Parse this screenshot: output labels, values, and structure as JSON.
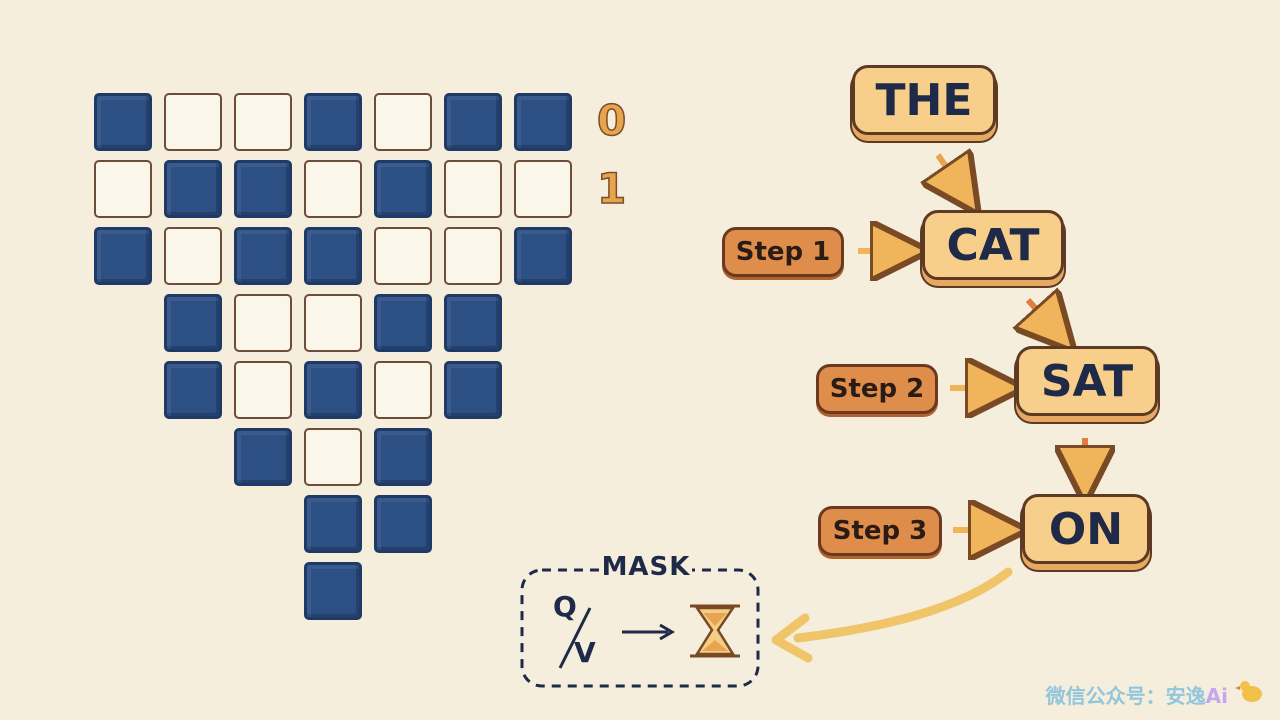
{
  "grid": {
    "rows": [
      [
        1,
        0,
        0,
        1,
        0,
        1,
        1
      ],
      [
        0,
        1,
        1,
        0,
        1,
        0,
        0
      ],
      [
        1,
        0,
        1,
        1,
        0,
        0,
        1
      ],
      [
        null,
        1,
        0,
        0,
        1,
        1,
        null
      ],
      [
        null,
        1,
        0,
        1,
        0,
        1,
        null
      ],
      [
        null,
        null,
        1,
        0,
        1,
        null,
        null
      ],
      [
        null,
        null,
        null,
        1,
        1,
        null,
        null
      ],
      [
        null,
        null,
        null,
        1,
        null,
        null,
        null
      ]
    ],
    "row_labels": [
      "0",
      "1"
    ]
  },
  "words": [
    "THE",
    "CAT",
    "SAT",
    "ON"
  ],
  "steps": [
    "Step 1",
    "Step 2",
    "Step 3"
  ],
  "mask": {
    "title": "MASK",
    "q": "Q",
    "v": "V"
  },
  "footer": {
    "text": "微信公众号：安逸",
    "ai": "Ai"
  },
  "colors": {
    "cell_on": "#2c4f84",
    "word_fill": "#f8cf8a",
    "step_fill": "#df8d4a",
    "background": "#f6eedc"
  }
}
